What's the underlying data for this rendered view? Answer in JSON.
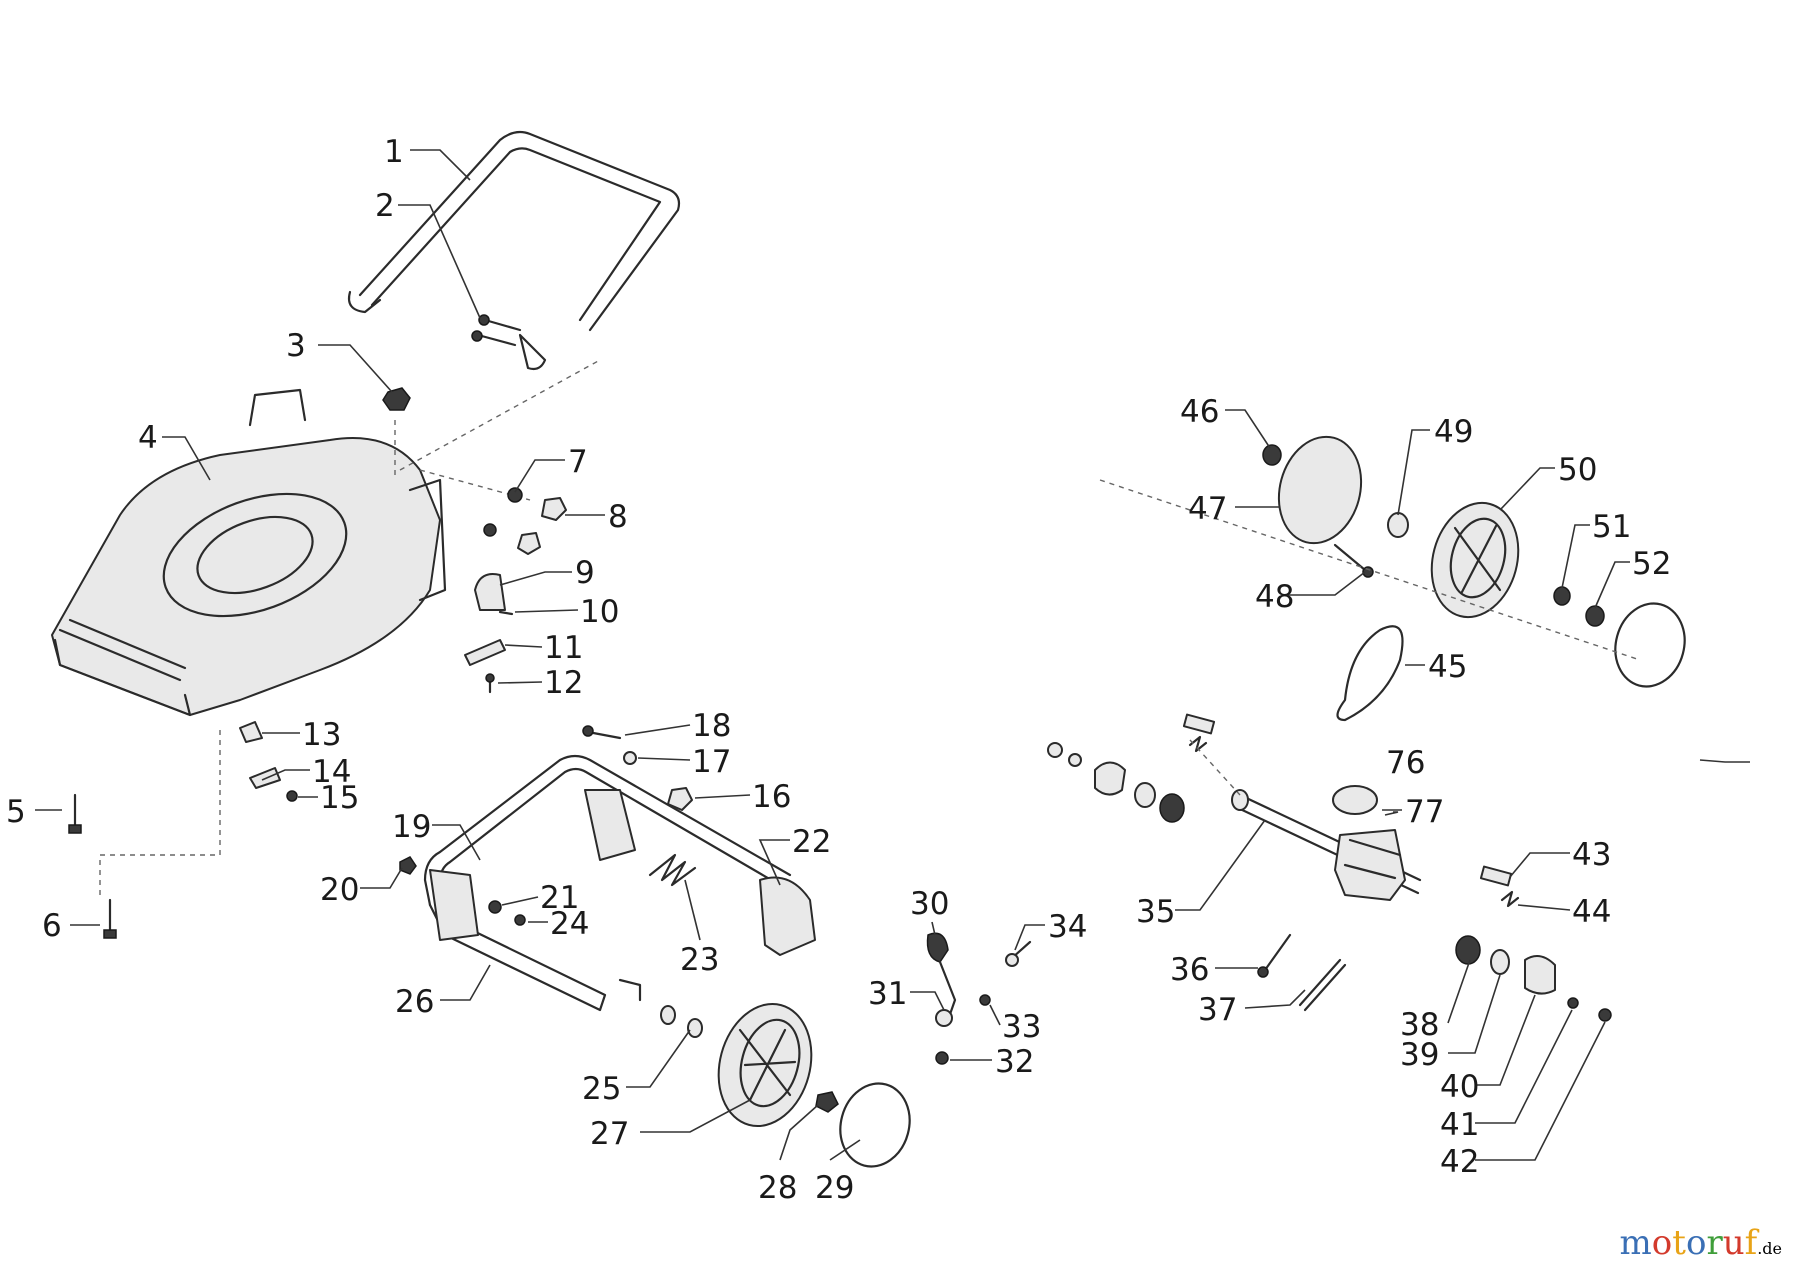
{
  "diagram": {
    "labels": [
      "1",
      "2",
      "3",
      "4",
      "5",
      "6",
      "7",
      "8",
      "9",
      "10",
      "11",
      "12",
      "13",
      "14",
      "15",
      "16",
      "17",
      "18",
      "19",
      "20",
      "21",
      "22",
      "23",
      "24",
      "25",
      "26",
      "27",
      "28",
      "29",
      "30",
      "31",
      "32",
      "33",
      "34",
      "35",
      "36",
      "37",
      "38",
      "39",
      "40",
      "41",
      "42",
      "43",
      "44",
      "45",
      "46",
      "47",
      "48",
      "49",
      "50",
      "51",
      "52",
      "76",
      "77"
    ]
  },
  "watermark": {
    "text": "motoruf",
    "suffix": ".de",
    "letter_colors": [
      "#3a6fb5",
      "#d33a2c",
      "#e8a317",
      "#3a6fb5",
      "#3f9e3a",
      "#d33a2c",
      "#e8a317"
    ]
  }
}
